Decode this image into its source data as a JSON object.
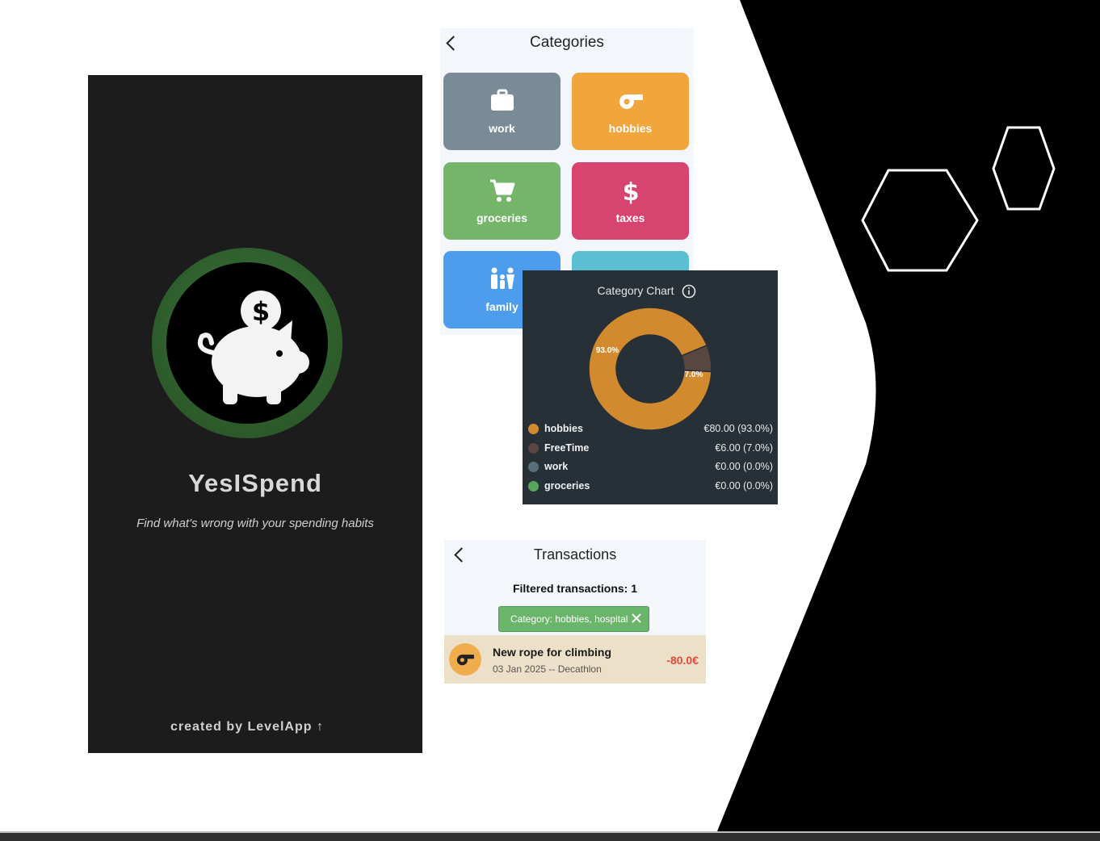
{
  "splash": {
    "app_title": "YesISpend",
    "tagline": "Find what's wrong with your spending habits",
    "credit": "created by LevelApp",
    "credit_arrow": "↑",
    "logo_icon": "piggy-bank-dollar-icon"
  },
  "categories": {
    "title": "Categories",
    "tiles": [
      {
        "label": "work",
        "icon": "briefcase-icon",
        "color": "#788b97"
      },
      {
        "label": "hobbies",
        "icon": "whistle-icon",
        "color": "#f0a53d"
      },
      {
        "label": "groceries",
        "icon": "cart-icon",
        "color": "#74b56a"
      },
      {
        "label": "taxes",
        "icon": "dollar-icon",
        "color": "#d84470"
      },
      {
        "label": "family",
        "icon": "family-icon",
        "color": "#4e9cee"
      },
      {
        "label": "",
        "icon": "",
        "color": "#5bbfd1"
      }
    ]
  },
  "chart": {
    "title": "Category Chart",
    "info_icon": "info-icon"
  },
  "chart_data": {
    "type": "pie",
    "categories": [
      "hobbies",
      "FreeTime",
      "work",
      "groceries"
    ],
    "values": [
      93.0,
      7.0,
      0.0,
      0.0
    ],
    "slice_labels": [
      "93.0%",
      "7.0%"
    ],
    "amounts": [
      "€80.00 (93.0%)",
      "€6.00 (7.0%)",
      "€0.00 (0.0%)",
      "€0.00 (0.0%)"
    ],
    "colors": [
      "#d28a2f",
      "#5a4640",
      "#5a6e7a",
      "#57a55a"
    ],
    "legend": "bottom"
  },
  "transactions": {
    "title": "Transactions",
    "filtered_text": "Filtered transactions: 1",
    "filter_chip": "Category: hobbies, hospital",
    "items": [
      {
        "title": "New rope for climbing",
        "subtitle": "03 Jan 2025 -- Decathlon",
        "amount": "-80.0€",
        "icon": "whistle-icon"
      }
    ]
  }
}
